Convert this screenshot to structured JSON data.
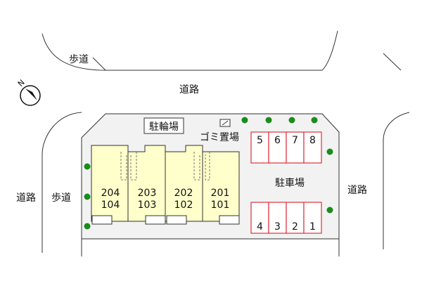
{
  "labels": {
    "sidewalk_top": "歩道",
    "road_top": "道路",
    "road_left": "道路",
    "sidewalk_left": "歩道",
    "road_right": "道路",
    "bicycle_parking": "駐輪場",
    "garbage_area": "ゴミ置場",
    "parking": "駐車場",
    "compass_letter": "N"
  },
  "units": [
    {
      "upper": "204",
      "lower": "104"
    },
    {
      "upper": "203",
      "lower": "103"
    },
    {
      "upper": "202",
      "lower": "102"
    },
    {
      "upper": "201",
      "lower": "101"
    }
  ],
  "parking_top": [
    "5",
    "6",
    "7",
    "8"
  ],
  "parking_bottom": [
    "4",
    "3",
    "2",
    "1"
  ],
  "colors": {
    "lot": "#f2f2f2",
    "building": "#ffffcc",
    "parking_stroke": "#e0303a",
    "parking_fill": "#ffffff",
    "tree": "#1a8c1a",
    "line": "#333333"
  }
}
